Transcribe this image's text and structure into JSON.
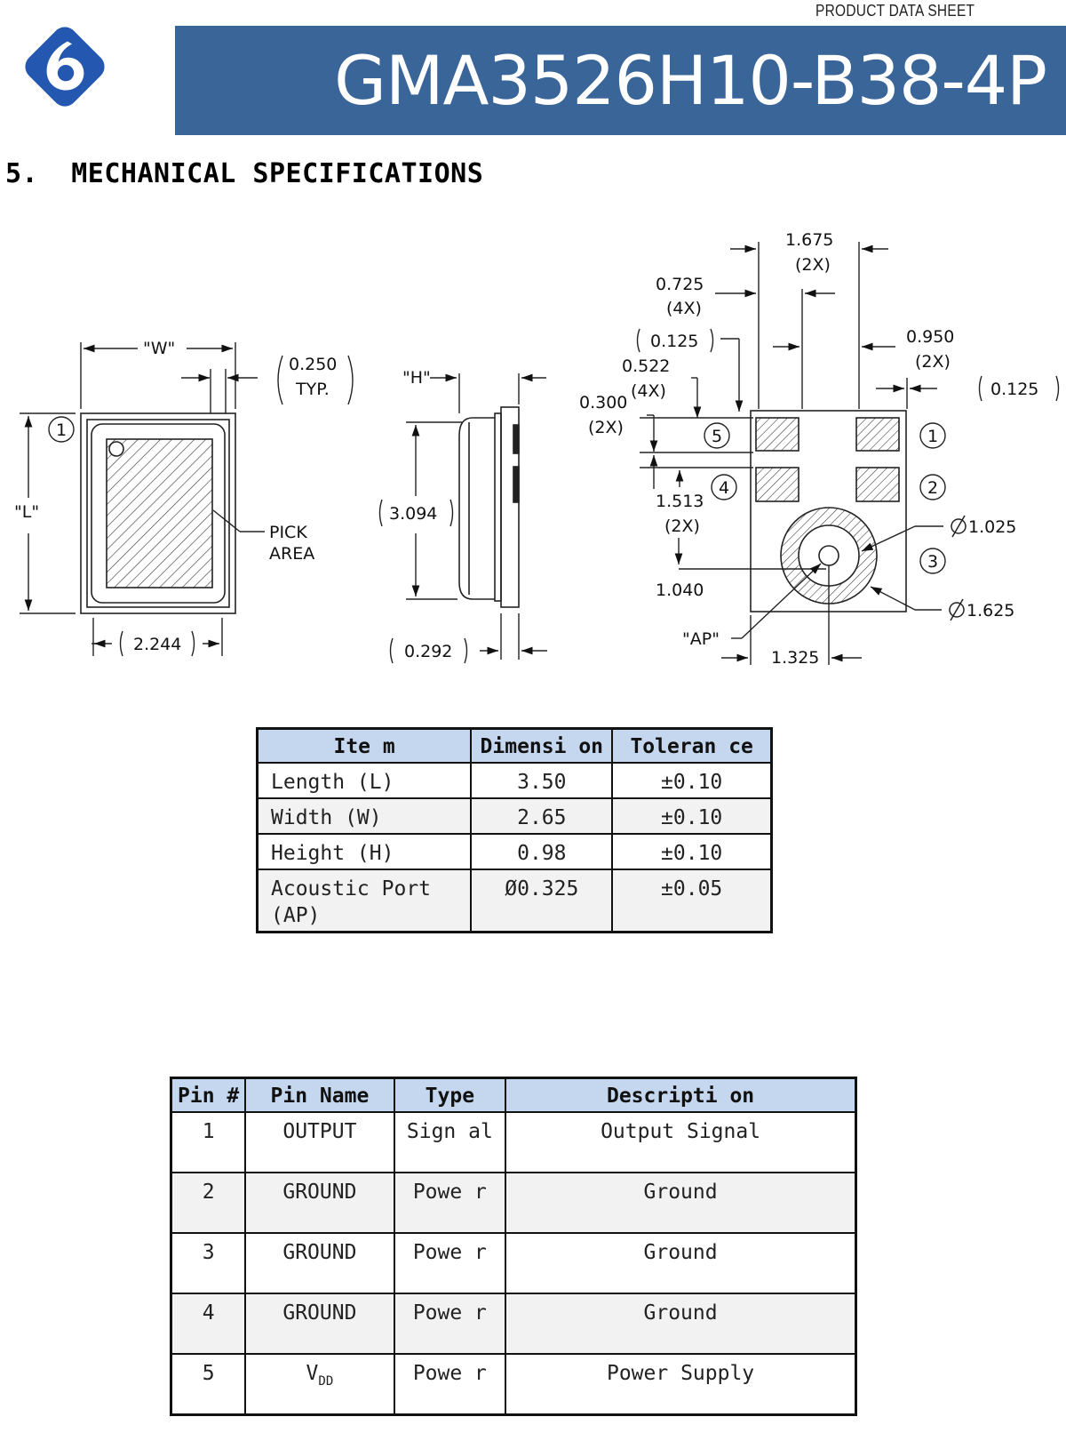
{
  "header": {
    "doc_type": "PRODUCT DATA SHEET",
    "part_number": "GMA3526H10-B38-4P",
    "brand_color": "#3a6599"
  },
  "section": {
    "heading": "5.  MECHANICAL SPECIFICATIONS"
  },
  "drawing": {
    "labels": {
      "W": "\"W\"",
      "L": "\"L\"",
      "H": "\"H\"",
      "AP": "\"AP\"",
      "pick_area_1": "PICK",
      "pick_area_2": "AREA",
      "typ": "TYP."
    },
    "dims": {
      "d0250": "0.250",
      "d2244": "2.244",
      "d3094": "3.094",
      "d0292": "0.292",
      "d1675": "1.675",
      "x2a": "(2X)",
      "d0725": "0.725",
      "x4a": "(4X)",
      "d0125a": "0.125",
      "d0522": "0.522",
      "x4b": "(4X)",
      "d0300": "0.300",
      "x2b": "(2X)",
      "d0950": "0.950",
      "x2c": "(2X)",
      "d0125b": "0.125",
      "d1513": "1.513",
      "x2d": "(2X)",
      "d1040": "1.040",
      "d1325": "1.325",
      "dia1025": "1.025",
      "dia1625": "1.625"
    },
    "pin_markers": [
      "1",
      "2",
      "3",
      "4",
      "5"
    ],
    "side_marker": "1"
  },
  "dimensions_table": {
    "headers": [
      "Ite m",
      "Dimensi on",
      "Toleran ce"
    ],
    "rows": [
      [
        "Length (L)",
        "3.50",
        "±0.10"
      ],
      [
        "Width (W)",
        "2.65",
        "±0.10"
      ],
      [
        "Height (H)",
        "0.98",
        "±0.10"
      ],
      [
        "Acoustic Port (AP)",
        "Ø0.325",
        "±0.05"
      ]
    ]
  },
  "pins_table": {
    "headers": [
      "Pin #",
      "Pin Name",
      "Type",
      "Descripti on"
    ],
    "rows": [
      [
        "1",
        "OUTPUT",
        "Sign al",
        "Output Signal"
      ],
      [
        "2",
        "GROUND",
        "Powe r",
        "Ground"
      ],
      [
        "3",
        "GROUND",
        "Powe r",
        "Ground"
      ],
      [
        "4",
        "GROUND",
        "Powe r",
        "Ground"
      ],
      [
        "5",
        "V",
        "Powe r",
        "Power Supply"
      ]
    ],
    "vdd_subscript": "DD"
  }
}
